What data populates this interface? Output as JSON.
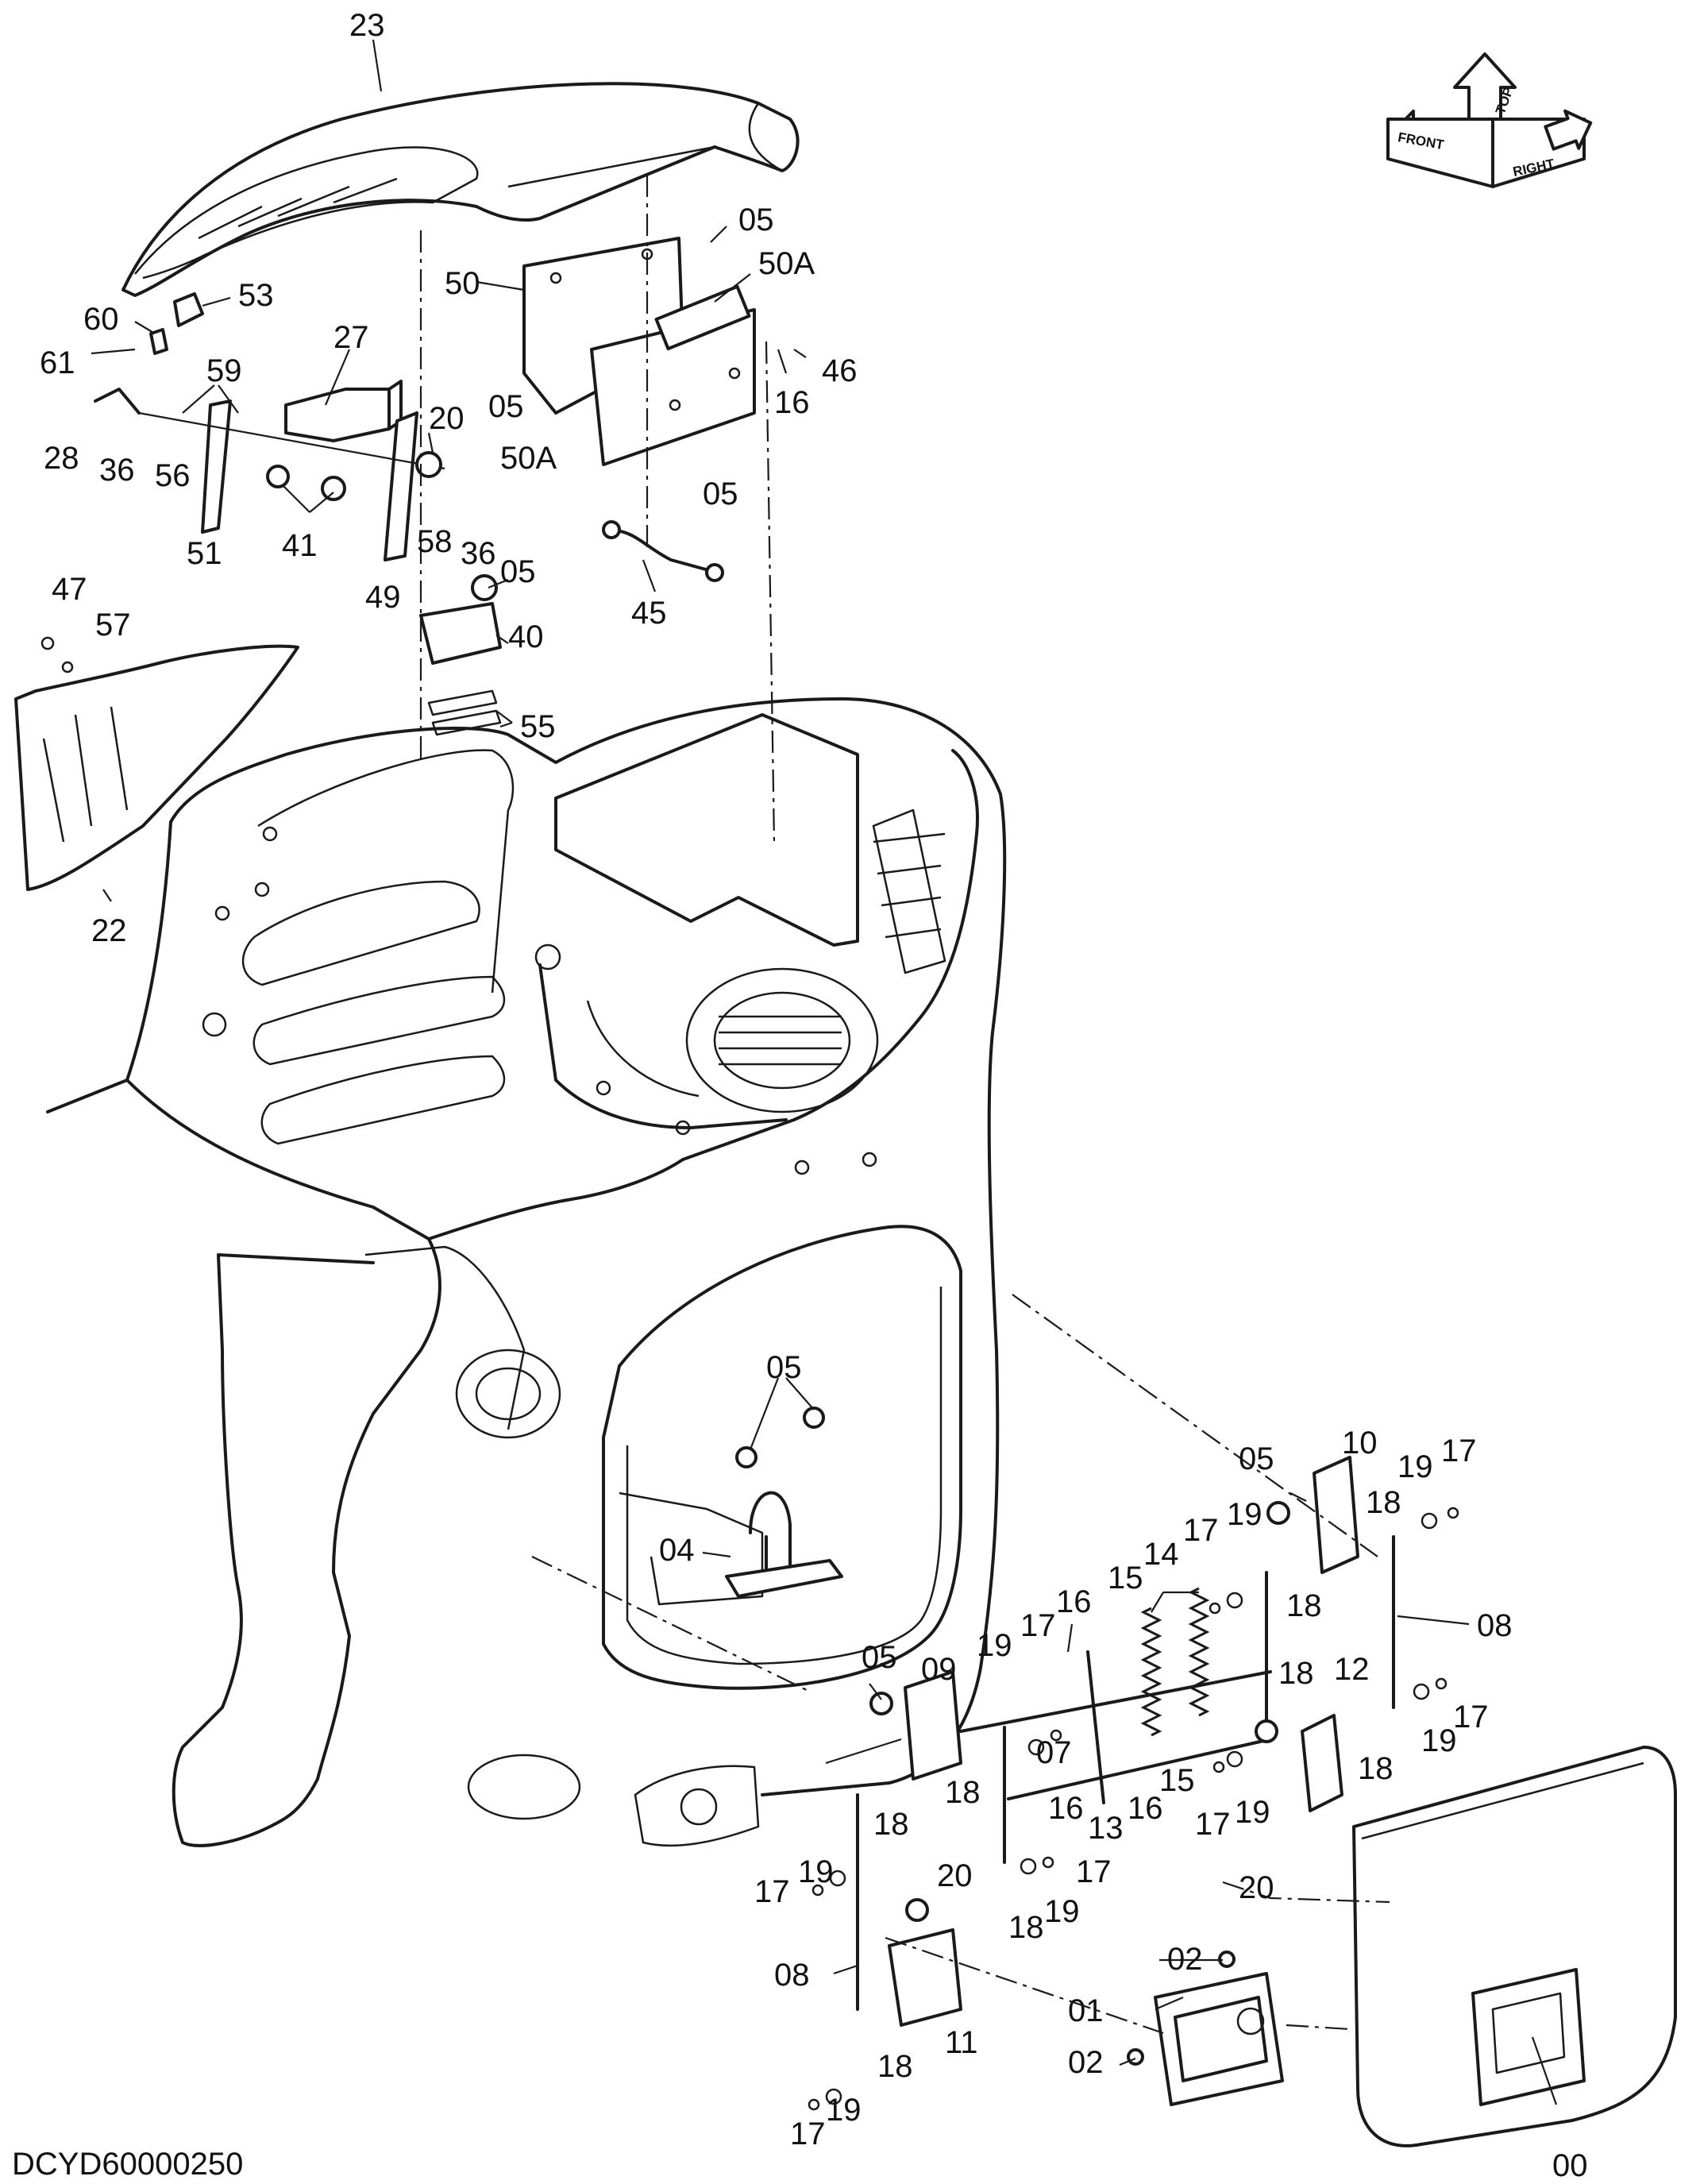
{
  "drawing": {
    "code": "DCYD60000250",
    "orientation_labels": {
      "front": "FRONT",
      "top": "TOP",
      "right": "RIGHT"
    }
  },
  "callouts": [
    {
      "id": "c23",
      "text": "23"
    },
    {
      "id": "c05a",
      "text": "05"
    },
    {
      "id": "c50",
      "text": "50"
    },
    {
      "id": "c50A1",
      "text": "50A"
    },
    {
      "id": "c53",
      "text": "53"
    },
    {
      "id": "c60",
      "text": "60"
    },
    {
      "id": "c61",
      "text": "61"
    },
    {
      "id": "c27",
      "text": "27"
    },
    {
      "id": "c59",
      "text": "59"
    },
    {
      "id": "c46",
      "text": "46"
    },
    {
      "id": "c16a",
      "text": "16"
    },
    {
      "id": "c05b",
      "text": "05"
    },
    {
      "id": "c20a",
      "text": "20"
    },
    {
      "id": "c28",
      "text": "28"
    },
    {
      "id": "c36a",
      "text": "36"
    },
    {
      "id": "c56",
      "text": "56"
    },
    {
      "id": "c50A2",
      "text": "50A"
    },
    {
      "id": "c05c",
      "text": "05"
    },
    {
      "id": "c51",
      "text": "51"
    },
    {
      "id": "c41",
      "text": "41"
    },
    {
      "id": "c58",
      "text": "58"
    },
    {
      "id": "c36b",
      "text": "36"
    },
    {
      "id": "c47",
      "text": "47"
    },
    {
      "id": "c05d",
      "text": "05"
    },
    {
      "id": "c45",
      "text": "45"
    },
    {
      "id": "c49",
      "text": "49"
    },
    {
      "id": "c57",
      "text": "57"
    },
    {
      "id": "c40",
      "text": "40"
    },
    {
      "id": "c55",
      "text": "55"
    },
    {
      "id": "c22",
      "text": "22"
    },
    {
      "id": "c05e",
      "text": "05"
    },
    {
      "id": "c10",
      "text": "10"
    },
    {
      "id": "c05f",
      "text": "05"
    },
    {
      "id": "c19a",
      "text": "19"
    },
    {
      "id": "c17a",
      "text": "17"
    },
    {
      "id": "c04",
      "text": "04"
    },
    {
      "id": "c17b",
      "text": "17"
    },
    {
      "id": "c14",
      "text": "14"
    },
    {
      "id": "c19b",
      "text": "19"
    },
    {
      "id": "c18a",
      "text": "18"
    },
    {
      "id": "c18b",
      "text": "18"
    },
    {
      "id": "c16b",
      "text": "16"
    },
    {
      "id": "c15a",
      "text": "15"
    },
    {
      "id": "c08a",
      "text": "08"
    },
    {
      "id": "c05g",
      "text": "05"
    },
    {
      "id": "c09",
      "text": "09"
    },
    {
      "id": "c19c",
      "text": "19"
    },
    {
      "id": "c17c",
      "text": "17"
    },
    {
      "id": "c12",
      "text": "12"
    },
    {
      "id": "c18c",
      "text": "18"
    },
    {
      "id": "c17d",
      "text": "17"
    },
    {
      "id": "c07",
      "text": "07"
    },
    {
      "id": "c19d",
      "text": "19"
    },
    {
      "id": "c18d",
      "text": "18"
    },
    {
      "id": "c16c",
      "text": "16"
    },
    {
      "id": "c13",
      "text": "13"
    },
    {
      "id": "c16d",
      "text": "16"
    },
    {
      "id": "c15b",
      "text": "15"
    },
    {
      "id": "c17e",
      "text": "17"
    },
    {
      "id": "c19e",
      "text": "19"
    },
    {
      "id": "c18e",
      "text": "18"
    },
    {
      "id": "c20b",
      "text": "20"
    },
    {
      "id": "c17f",
      "text": "17"
    },
    {
      "id": "c18f",
      "text": "18"
    },
    {
      "id": "c17g",
      "text": "17"
    },
    {
      "id": "c19f",
      "text": "19"
    },
    {
      "id": "c20c",
      "text": "20"
    },
    {
      "id": "c19g",
      "text": "19"
    },
    {
      "id": "c18g",
      "text": "18"
    },
    {
      "id": "c08b",
      "text": "08"
    },
    {
      "id": "c11",
      "text": "11"
    },
    {
      "id": "c02a",
      "text": "02"
    },
    {
      "id": "c01",
      "text": "01"
    },
    {
      "id": "c18h",
      "text": "18"
    },
    {
      "id": "c17h",
      "text": "17"
    },
    {
      "id": "c19h",
      "text": "19"
    },
    {
      "id": "c02b",
      "text": "02"
    },
    {
      "id": "c00",
      "text": "00"
    }
  ]
}
